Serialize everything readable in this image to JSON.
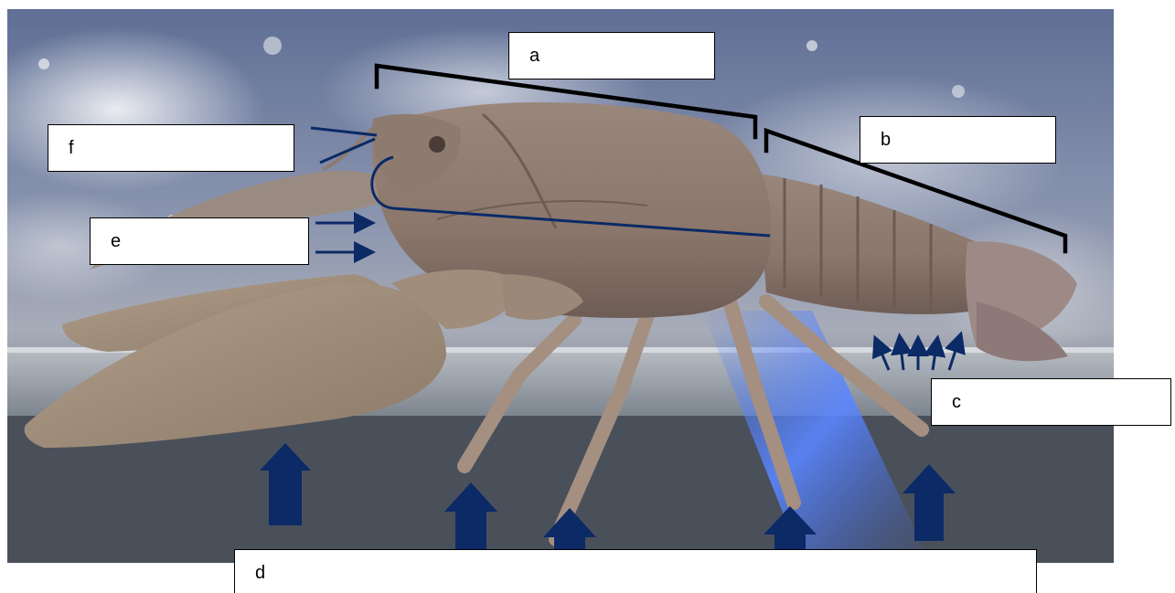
{
  "labels": {
    "a": "a",
    "b": "b",
    "c": "c",
    "d": "d",
    "e": "e",
    "f": "f"
  },
  "colors": {
    "arrow": "#0b2a66",
    "bracket": "#000000",
    "label_line": "#0b2a66",
    "crayfish_body": "#8a786d",
    "background_water": "#6a7ba3"
  },
  "icons": {
    "arrows": "arrow-up-icon"
  }
}
